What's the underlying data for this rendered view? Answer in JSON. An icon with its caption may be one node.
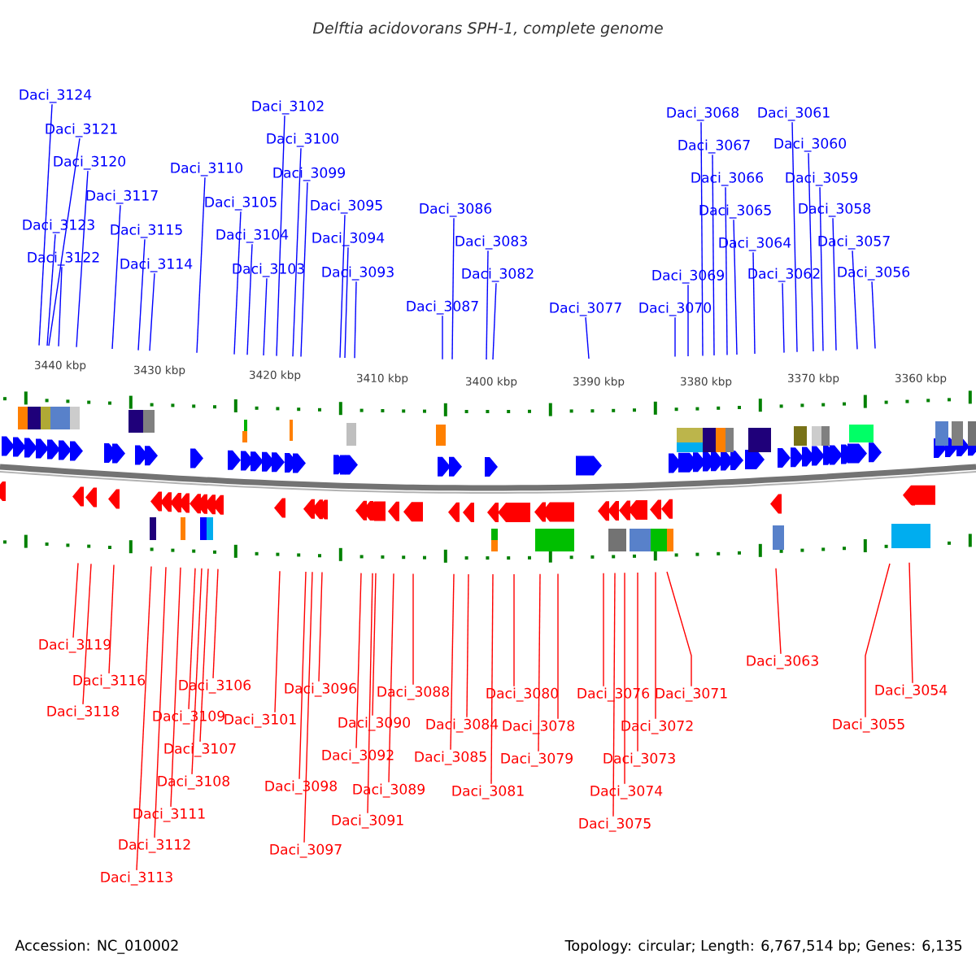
{
  "diagram": {
    "title": "Delftia acidovorans SPH-1, complete genome",
    "nodes": [
      {
        "text": [
          "Daci_3124"
        ]
      },
      {
        "text": [
          "Daci_3121"
        ]
      },
      {
        "text": [
          "Daci_3120"
        ]
      },
      {
        "text": [
          "Daci_3117"
        ]
      },
      {
        "text": [
          "Daci_3123"
        ]
      },
      {
        "text": [
          "Daci_3122"
        ]
      },
      {
        "text": [
          "Daci_3115"
        ]
      },
      {
        "text": [
          "Daci_3114"
        ]
      },
      {
        "text": [
          "Daci_3110"
        ]
      },
      {
        "text": [
          "Daci_3105"
        ]
      },
      {
        "text": [
          "Daci_3104"
        ]
      },
      {
        "text": [
          "Daci_3103"
        ]
      },
      {
        "text": [
          "Daci_3102"
        ]
      },
      {
        "text": [
          "Daci_3100"
        ]
      },
      {
        "text": [
          "Daci_3099"
        ]
      },
      {
        "text": [
          "Daci_3095"
        ]
      },
      {
        "text": [
          "Daci_3094"
        ]
      },
      {
        "text": [
          "Daci_3093"
        ]
      },
      {
        "text": [
          "Daci_3086"
        ]
      },
      {
        "text": [
          "Daci_3087"
        ]
      },
      {
        "text": [
          "Daci_3083"
        ]
      },
      {
        "text": [
          "Daci_3082"
        ]
      },
      {
        "text": [
          "Daci_3077"
        ]
      },
      {
        "text": [
          "Daci_3070"
        ]
      },
      {
        "text": [
          "Daci_3069"
        ]
      },
      {
        "text": [
          "Daci_3068"
        ]
      },
      {
        "text": [
          "Daci_3067"
        ]
      },
      {
        "text": [
          "Daci_3066"
        ]
      },
      {
        "text": [
          "Daci_3065"
        ]
      },
      {
        "text": [
          "Daci_3064"
        ]
      },
      {
        "text": [
          "Daci_3062"
        ]
      },
      {
        "text": [
          "Daci_3061"
        ]
      },
      {
        "text": [
          "Daci_3060"
        ]
      },
      {
        "text": [
          "Daci_3059"
        ]
      },
      {
        "text": [
          "Daci_3058"
        ]
      },
      {
        "text": [
          "Daci_3057"
        ]
      },
      {
        "text": [
          "Daci_3056"
        ]
      },
      {
        "text": [
          "Daci_3119"
        ]
      },
      {
        "text": [
          "Daci_3116"
        ]
      },
      {
        "text": [
          "Daci_3118"
        ]
      },
      {
        "text": [
          "Daci_3106"
        ]
      },
      {
        "text": [
          "Daci_3109"
        ]
      },
      {
        "text": [
          "Daci_3107"
        ]
      },
      {
        "text": [
          "Daci_3108"
        ]
      },
      {
        "text": [
          "Daci_3111"
        ]
      },
      {
        "text": [
          "Daci_3112"
        ]
      },
      {
        "text": [
          "Daci_3113"
        ]
      },
      {
        "text": [
          "Daci_3101"
        ]
      },
      {
        "text": [
          "Daci_3096"
        ]
      },
      {
        "text": [
          "Daci_3098"
        ]
      },
      {
        "text": [
          "Daci_3097"
        ]
      },
      {
        "text": [
          "Daci_3090"
        ]
      },
      {
        "text": [
          "Daci_3092"
        ]
      },
      {
        "text": [
          "Daci_3089"
        ]
      },
      {
        "text": [
          "Daci_3091"
        ]
      },
      {
        "text": [
          "Daci_3088"
        ]
      },
      {
        "text": [
          "Daci_3085"
        ]
      },
      {
        "text": [
          "Daci_3084"
        ]
      },
      {
        "text": [
          "Daci_3081"
        ]
      },
      {
        "text": [
          "Daci_3080"
        ]
      },
      {
        "text": [
          "Daci_3078"
        ]
      },
      {
        "text": [
          "Daci_3079"
        ]
      },
      {
        "text": [
          "Daci_3076"
        ]
      },
      {
        "text": [
          "Daci_3072"
        ]
      },
      {
        "text": [
          "Daci_3073"
        ]
      },
      {
        "text": [
          "Daci_3074"
        ]
      },
      {
        "text": [
          "Daci_3075"
        ]
      },
      {
        "text": [
          "Daci_3071"
        ]
      },
      {
        "text": [
          "Daci_3063"
        ]
      },
      {
        "text": [
          "Daci_3055"
        ]
      },
      {
        "text": [
          "Daci_3054"
        ]
      }
    ],
    "edges": [
      {
        "from": 0,
        "to": null,
        "arrow": "none"
      },
      {
        "from": 1,
        "to": null,
        "arrow": "none"
      },
      {
        "from": 2,
        "to": null,
        "arrow": "none"
      },
      {
        "from": 3,
        "to": null,
        "arrow": "none"
      },
      {
        "from": 4,
        "to": null,
        "arrow": "none"
      },
      {
        "from": 5,
        "to": null,
        "arrow": "none"
      },
      {
        "from": 6,
        "to": null,
        "arrow": "none"
      },
      {
        "from": 7,
        "to": null,
        "arrow": "none"
      },
      {
        "from": 8,
        "to": null,
        "arrow": "none"
      },
      {
        "from": 9,
        "to": null,
        "arrow": "none"
      },
      {
        "from": 10,
        "to": null,
        "arrow": "none"
      },
      {
        "from": 11,
        "to": null,
        "arrow": "none"
      },
      {
        "from": 12,
        "to": null,
        "arrow": "none"
      },
      {
        "from": 13,
        "to": null,
        "arrow": "none"
      },
      {
        "from": 14,
        "to": null,
        "arrow": "none"
      },
      {
        "from": 15,
        "to": null,
        "arrow": "none"
      },
      {
        "from": 16,
        "to": null,
        "arrow": "none"
      },
      {
        "from": 17,
        "to": null,
        "arrow": "none"
      },
      {
        "from": 18,
        "to": null,
        "arrow": "none"
      },
      {
        "from": 19,
        "to": null,
        "arrow": "none"
      },
      {
        "from": 20,
        "to": null,
        "arrow": "none"
      },
      {
        "from": 21,
        "to": null,
        "arrow": "none"
      },
      {
        "from": 22,
        "to": null,
        "arrow": "none"
      },
      {
        "from": 23,
        "to": null,
        "arrow": "none"
      },
      {
        "from": 24,
        "to": null,
        "arrow": "none"
      },
      {
        "from": 25,
        "to": null,
        "arrow": "none"
      },
      {
        "from": 26,
        "to": null,
        "arrow": "none"
      },
      {
        "from": 27,
        "to": null,
        "arrow": "none"
      },
      {
        "from": 28,
        "to": null,
        "arrow": "none"
      },
      {
        "from": 29,
        "to": null,
        "arrow": "none"
      },
      {
        "from": 30,
        "to": null,
        "arrow": "none"
      },
      {
        "from": 31,
        "to": null,
        "arrow": "none"
      },
      {
        "from": 32,
        "to": null,
        "arrow": "none"
      },
      {
        "from": 33,
        "to": null,
        "arrow": "none"
      },
      {
        "from": 34,
        "to": null,
        "arrow": "none"
      },
      {
        "from": 35,
        "to": null,
        "arrow": "none"
      },
      {
        "from": 36,
        "to": null,
        "arrow": "none"
      },
      {
        "from": 37,
        "to": null,
        "arrow": "none",
        "color": "#ff0000"
      },
      {
        "from": 38,
        "to": null,
        "arrow": "none",
        "color": "#ff0000"
      },
      {
        "from": 39,
        "to": null,
        "arrow": "none",
        "color": "#ff0000"
      },
      {
        "from": 40,
        "to": null,
        "arrow": "none",
        "color": "#ff0000"
      },
      {
        "from": 41,
        "to": null,
        "arrow": "none",
        "color": "#ff0000"
      },
      {
        "from": 42,
        "to": null,
        "arrow": "none",
        "color": "#ff0000"
      },
      {
        "from": 43,
        "to": null,
        "arrow": "none",
        "color": "#ff0000"
      },
      {
        "from": 44,
        "to": null,
        "arrow": "none",
        "color": "#ff0000"
      },
      {
        "from": 45,
        "to": null,
        "arrow": "none",
        "color": "#ff0000"
      },
      {
        "from": 46,
        "to": null,
        "arrow": "none",
        "color": "#ff0000"
      },
      {
        "from": 47,
        "to": null,
        "arrow": "none",
        "color": "#ff0000"
      },
      {
        "from": 48,
        "to": null,
        "arrow": "none",
        "color": "#ff0000"
      },
      {
        "from": 49,
        "to": null,
        "arrow": "none",
        "color": "#ff0000"
      },
      {
        "from": 50,
        "to": null,
        "arrow": "none",
        "color": "#ff0000"
      },
      {
        "from": 51,
        "to": null,
        "arrow": "none",
        "color": "#ff0000"
      },
      {
        "from": 52,
        "to": null,
        "arrow": "none",
        "color": "#ff0000"
      },
      {
        "from": 53,
        "to": null,
        "arrow": "none",
        "color": "#ff0000"
      },
      {
        "from": 54,
        "to": null,
        "arrow": "none",
        "color": "#ff0000"
      },
      {
        "from": 55,
        "to": null,
        "arrow": "none",
        "color": "#ff0000"
      },
      {
        "from": 56,
        "to": null,
        "arrow": "none",
        "color": "#ff0000"
      },
      {
        "from": 57,
        "to": null,
        "arrow": "none",
        "color": "#ff0000"
      },
      {
        "from": 58,
        "to": null,
        "arrow": "none",
        "color": "#ff0000"
      },
      {
        "from": 59,
        "to": null,
        "arrow": "none",
        "color": "#ff0000"
      },
      {
        "from": 60,
        "to": null,
        "arrow": "none",
        "color": "#ff0000"
      },
      {
        "from": 61,
        "to": null,
        "arrow": "none",
        "color": "#ff0000"
      },
      {
        "from": 62,
        "to": null,
        "arrow": "none",
        "color": "#ff0000"
      },
      {
        "from": 63,
        "to": null,
        "arrow": "none",
        "color": "#ff0000"
      },
      {
        "from": 64,
        "to": null,
        "arrow": "none",
        "color": "#ff0000"
      },
      {
        "from": 65,
        "to": null,
        "arrow": "none",
        "color": "#ff0000"
      },
      {
        "from": 66,
        "to": null,
        "arrow": "none",
        "color": "#ff0000"
      },
      {
        "from": 67,
        "to": null,
        "arrow": "none",
        "color": "#ff0000"
      },
      {
        "from": 68,
        "to": null,
        "arrow": "none",
        "color": "#ff0000"
      },
      {
        "from": 69,
        "to": null,
        "arrow": "none",
        "color": "#ff0000"
      },
      {
        "from": 70,
        "to": null,
        "arrow": "none",
        "color": "#ff0000"
      }
    ],
    "labels": [
      "3440 kbp",
      "3430 kbp",
      "3420 kbp",
      "3410 kbp",
      "3400 kbp",
      "3390 kbp",
      "3380 kbp",
      "3370 kbp",
      "3360 kbp",
      "Accession: NC_010002",
      "Topology: circular; Length: 6,767,514 bp; Genes: 6,135"
    ]
  }
}
